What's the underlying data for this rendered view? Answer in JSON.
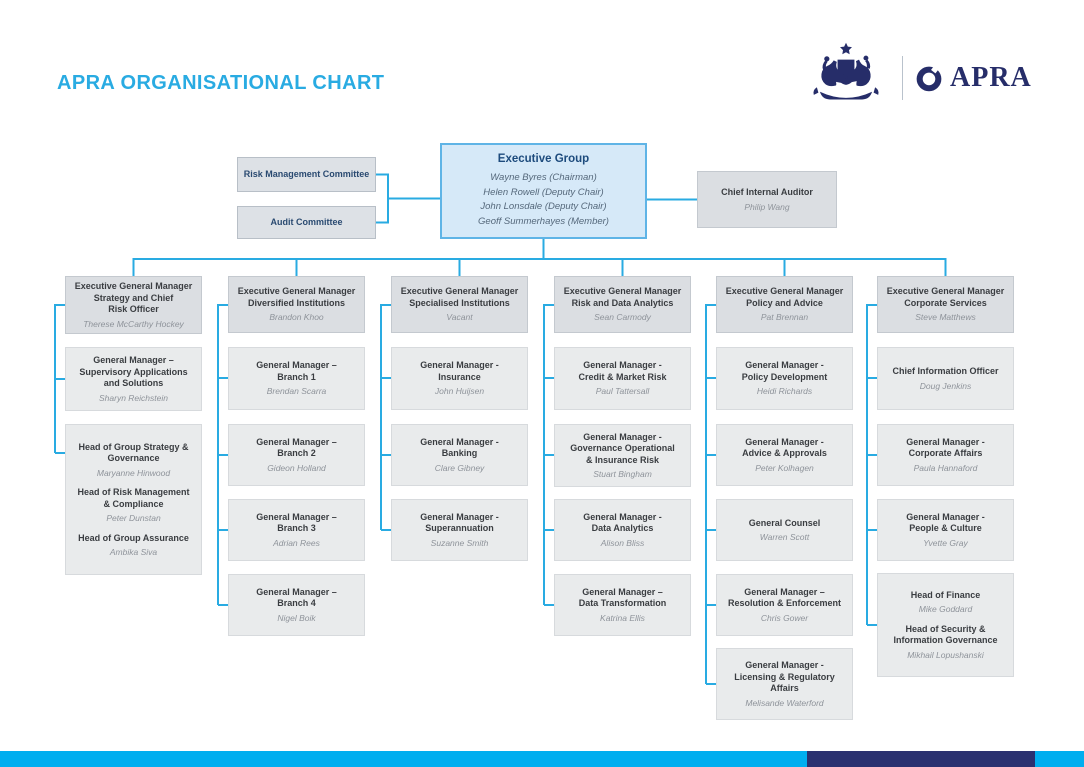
{
  "page": {
    "title": "APRA ORGANISATIONAL CHART"
  },
  "header": {
    "brand": "APRA",
    "icons": {
      "coat_of_arms": "australian-coat-of-arms",
      "apra_ring": "apra-ring-logo"
    }
  },
  "colors": {
    "accent_blue": "#29abe2",
    "footer_blue": "#00aeef",
    "footer_navy": "#2a3170",
    "logo_navy": "#262d69",
    "exec_fill": "#d6e9f8",
    "exec_border": "#5fb4e6",
    "box_gray": "#e9ebec",
    "box_gray_dark": "#dbdee2"
  },
  "top_cluster": {
    "risk_committee": "Risk Management Committee",
    "audit_committee": "Audit Committee",
    "executive_group": {
      "title": "Executive Group",
      "members": [
        "Wayne Byres (Chairman)",
        "Helen Rowell (Deputy Chair)",
        "John Lonsdale (Deputy Chair)",
        "Geoff Summerhayes (Member)"
      ]
    },
    "chief_internal_auditor": {
      "title": "Chief Internal Auditor",
      "name": "Philip Wang"
    }
  },
  "columns": [
    {
      "boxes": [
        {
          "title": "Executive General Manager\nStrategy and Chief\nRisk Officer",
          "name": "Therese McCarthy Hockey"
        },
        {
          "title": "General Manager –\nSupervisory Applications\nand Solutions",
          "name": "Sharyn Reichstein"
        },
        {
          "entries": [
            {
              "title": "Head of Group Strategy &\nGovernance",
              "name": "Maryanne Hinwood"
            },
            {
              "title": "Head of Risk Management\n& Compliance",
              "name": "Peter Dunstan"
            },
            {
              "title": "Head of Group Assurance",
              "name": "Ambika Siva"
            }
          ]
        }
      ]
    },
    {
      "boxes": [
        {
          "title": "Executive General Manager\nDiversified Institutions",
          "name": "Brandon Khoo"
        },
        {
          "title": "General Manager –\nBranch 1",
          "name": "Brendan Scarra"
        },
        {
          "title": "General Manager –\nBranch 2",
          "name": "Gideon Holland"
        },
        {
          "title": "General Manager –\nBranch 3",
          "name": "Adrian Rees"
        },
        {
          "title": "General Manager –\nBranch 4",
          "name": "Nigel Boik"
        }
      ]
    },
    {
      "boxes": [
        {
          "title": "Executive General Manager\nSpecialised Institutions",
          "name": "Vacant"
        },
        {
          "title": "General Manager -\nInsurance",
          "name": "John Huijsen"
        },
        {
          "title": "General Manager -\nBanking",
          "name": "Clare Gibney"
        },
        {
          "title": "General Manager -\nSuperannuation",
          "name": "Suzanne Smith"
        }
      ]
    },
    {
      "boxes": [
        {
          "title": "Executive General Manager\nRisk and Data Analytics",
          "name": "Sean Carmody"
        },
        {
          "title": "General Manager -\nCredit & Market Risk",
          "name": "Paul Tattersall"
        },
        {
          "title": "General Manager -\nGovernance Operational\n& Insurance Risk",
          "name": "Stuart Bingham"
        },
        {
          "title": "General Manager -\nData Analytics",
          "name": "Alison Bliss"
        },
        {
          "title": "General Manager –\nData Transformation",
          "name": "Katrina Ellis"
        }
      ]
    },
    {
      "boxes": [
        {
          "title": "Executive General Manager\nPolicy and Advice",
          "name": "Pat Brennan"
        },
        {
          "title": "General Manager -\nPolicy Development",
          "name": "Heidi Richards"
        },
        {
          "title": "General Manager -\nAdvice & Approvals",
          "name": "Peter Kolhagen"
        },
        {
          "title": "General Counsel",
          "name": "Warren Scott"
        },
        {
          "title": "General Manager –\nResolution & Enforcement",
          "name": "Chris Gower"
        },
        {
          "title": "General Manager -\nLicensing & Regulatory\nAffairs",
          "name": "Melisande Waterford"
        }
      ]
    },
    {
      "boxes": [
        {
          "title": "Executive General Manager\nCorporate Services",
          "name": "Steve Matthews"
        },
        {
          "title": "Chief Information Officer",
          "name": "Doug Jenkins"
        },
        {
          "title": "General Manager -\nCorporate Affairs",
          "name": "Paula Hannaford"
        },
        {
          "title": "General Manager -\nPeople & Culture",
          "name": "Yvette Gray"
        },
        {
          "entries": [
            {
              "title": "Head of Finance",
              "name": "Mike Goddard"
            },
            {
              "title": "Head of Security &\nInformation Governance",
              "name": "Mikhail Lopushanski"
            }
          ]
        }
      ]
    }
  ]
}
